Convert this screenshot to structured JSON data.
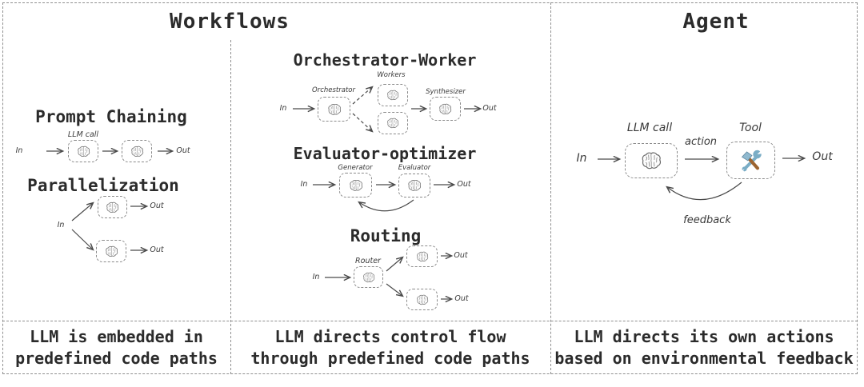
{
  "colors": {
    "background": "#ffffff",
    "panel_border": "#8f8f8f",
    "heading_text": "#2b2b2b",
    "label_text": "#3a3a3a",
    "arrow": "#4a4a4a",
    "wrench_blue": "#7aadc6",
    "hammer_brown": "#9c6430"
  },
  "icons": {
    "brain": "brain-icon",
    "tool": "hammer-wrench-icon"
  },
  "workflows": {
    "title": "Workflows",
    "prompt_chaining": {
      "heading": "Prompt Chaining",
      "llm_call": "LLM call",
      "in": "In",
      "out": "Out"
    },
    "parallelization": {
      "heading": "Parallelization",
      "in": "In",
      "out_top": "Out",
      "out_bottom": "Out"
    },
    "orchestrator_worker": {
      "heading": "Orchestrator-Worker",
      "in": "In",
      "out": "Out",
      "orchestrator": "Orchestrator",
      "workers": "Workers",
      "synthesizer": "Synthesizer"
    },
    "evaluator_optimizer": {
      "heading": "Evaluator-optimizer",
      "in": "In",
      "out": "Out",
      "generator": "Generator",
      "evaluator": "Evaluator"
    },
    "routing": {
      "heading": "Routing",
      "in": "In",
      "out_top": "Out",
      "out_bottom": "Out",
      "router": "Router"
    },
    "caption_left": {
      "line1": "LLM is embedded in",
      "line2": "predefined code paths"
    },
    "caption_middle": {
      "line1": "LLM directs control flow",
      "line2": "through predefined code paths"
    }
  },
  "agent": {
    "title": "Agent",
    "llm_call": "LLM call",
    "tool": "Tool",
    "action": "action",
    "feedback": "feedback",
    "in": "In",
    "out": "Out",
    "caption": {
      "line1": "LLM directs its own actions",
      "line2": "based on environmental feedback"
    }
  }
}
